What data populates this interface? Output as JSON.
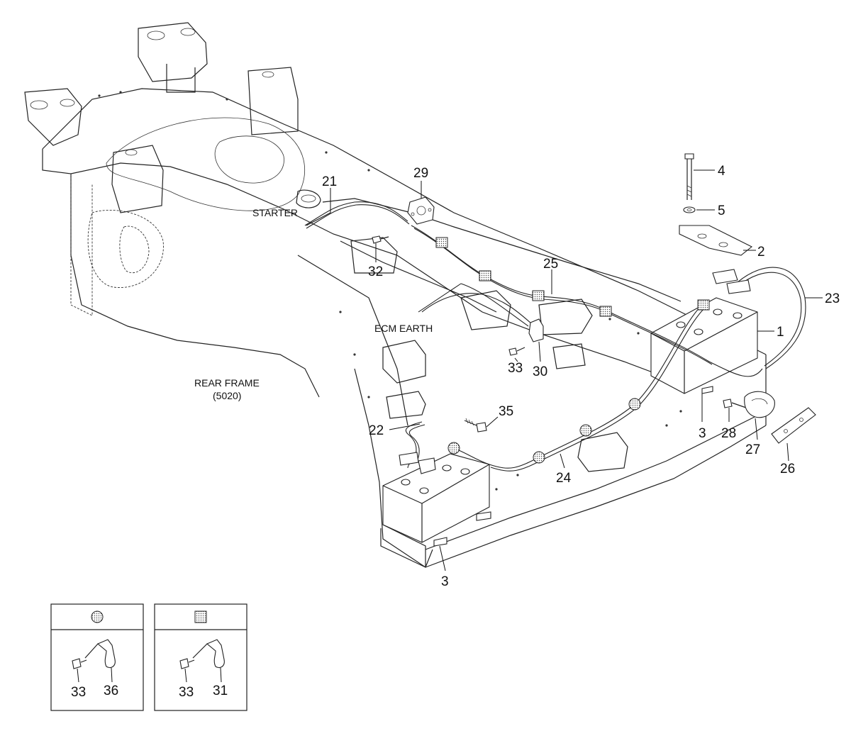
{
  "labels": {
    "starter": "STARTER",
    "ecm_earth": "ECM EARTH",
    "rear_frame_line1": "REAR FRAME",
    "rear_frame_line2": "(5020)"
  },
  "callouts": {
    "c1": "1",
    "c2": "2",
    "c3a": "3",
    "c3b": "3",
    "c4": "4",
    "c5": "5",
    "c21": "21",
    "c22": "22",
    "c23": "23",
    "c24": "24",
    "c25": "25",
    "c26": "26",
    "c27": "27",
    "c28": "28",
    "c29": "29",
    "c30": "30",
    "c32": "32",
    "c33": "33",
    "c35": "35"
  },
  "legend": {
    "round_clamp": {
      "bolt": "33",
      "clamp": "36"
    },
    "square_clamp": {
      "bolt": "33",
      "clamp": "31"
    }
  }
}
